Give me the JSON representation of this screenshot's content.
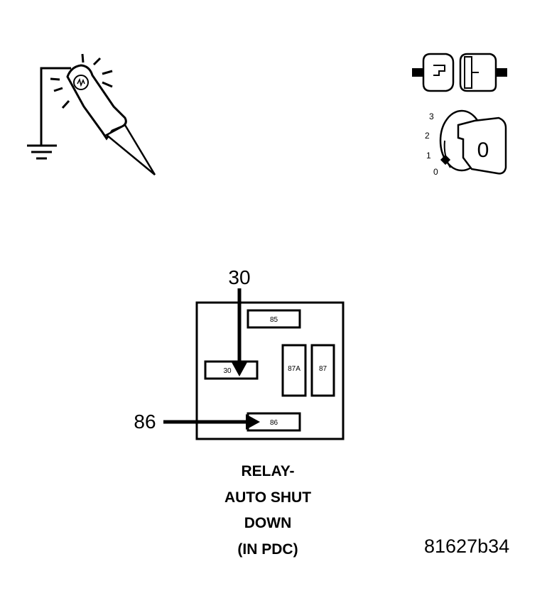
{
  "relay": {
    "pins": {
      "p85": "85",
      "p30": "30",
      "p87a": "87A",
      "p87": "87",
      "p86": "86"
    },
    "callouts": {
      "c30": "30",
      "c86": "86"
    }
  },
  "caption": {
    "line1": "RELAY-",
    "line2": "AUTO SHUT",
    "line3": "DOWN",
    "line4": "(IN PDC)"
  },
  "ignition": {
    "positions": [
      "3",
      "2",
      "1",
      "0"
    ],
    "key_setting": "0"
  },
  "figure_id": "81627b34"
}
